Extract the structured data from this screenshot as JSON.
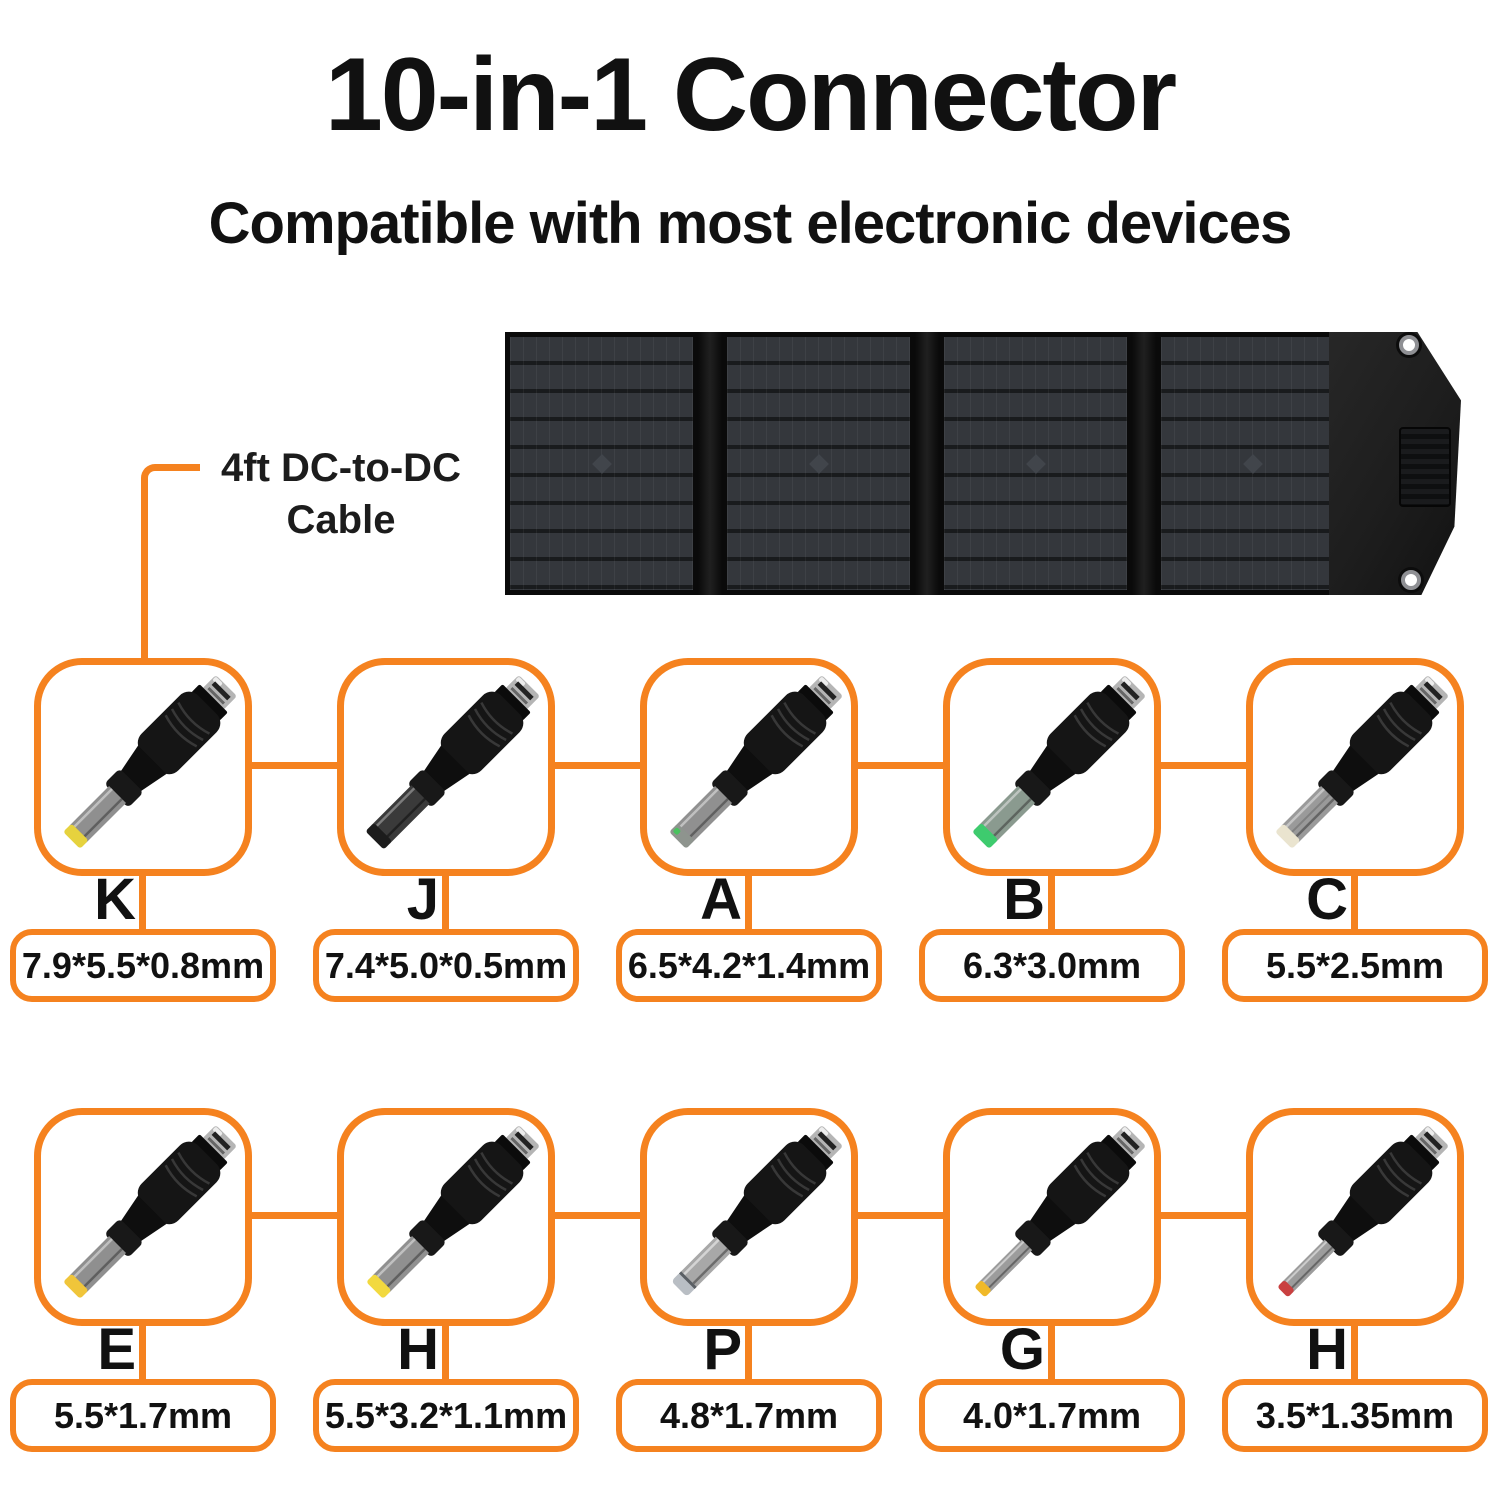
{
  "title": "10-in-1 Connector",
  "subtitle": "Compatible with most electronic devices",
  "accent_color": "#F5821F",
  "cable_callout": {
    "line1": "4ft DC-to-DC",
    "line2": "Cable"
  },
  "solar_panel": {
    "name": "foldable-4-panel-solar-charger",
    "fold_count": 4
  },
  "connectors": [
    {
      "letter": "K",
      "size": "7.9*5.5*0.8mm",
      "tip_color": "#e6d23e",
      "shaft_color": "#8f8f8f"
    },
    {
      "letter": "J",
      "size": "7.4*5.0*0.5mm",
      "tip_color": "#1c1c1c",
      "shaft_color": "#3a3a3a"
    },
    {
      "letter": "A",
      "size": "6.5*4.2*1.4mm",
      "tip_color": "#8e948e",
      "shaft_color": "#909090"
    },
    {
      "letter": "B",
      "size": "6.3*3.0mm",
      "tip_color": "#3ecb6e",
      "shaft_color": "#8a9a8f"
    },
    {
      "letter": "C",
      "size": "5.5*2.5mm",
      "tip_color": "#eae4cf",
      "shaft_color": "#9a9a9a"
    },
    {
      "letter": "E",
      "size": "5.5*1.7mm",
      "tip_color": "#f0c53a",
      "shaft_color": "#8f8f8f"
    },
    {
      "letter": "H",
      "size": "5.5*3.2*1.1mm",
      "tip_color": "#f2d93f",
      "shaft_color": "#909090"
    },
    {
      "letter": "P",
      "size": "4.8*1.7mm",
      "tip_color": "#b9bec4",
      "shaft_color": "#a8a8a8"
    },
    {
      "letter": "G",
      "size": "4.0*1.7mm",
      "tip_color": "#f0b929",
      "shaft_color": "#9c9c9c"
    },
    {
      "letter": "H",
      "size": "3.5*1.35mm",
      "tip_color": "#c94040",
      "shaft_color": "#9c9c9c"
    }
  ]
}
